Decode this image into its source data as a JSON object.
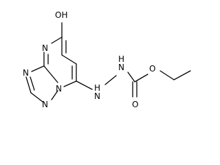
{
  "molecule": {
    "atoms": {
      "hydroxyl": "OH",
      "n_pyrimidine": "N",
      "n_triazole_top": "N",
      "n_triazole_left": "N",
      "n_bridge": "N",
      "n_hydrazine_h1": "H",
      "n_hydrazine_n1": "N",
      "n_hydrazine_h2": "H",
      "n_hydrazine_n2": "N",
      "ester_o": "O",
      "carbonyl_o": "O"
    }
  }
}
